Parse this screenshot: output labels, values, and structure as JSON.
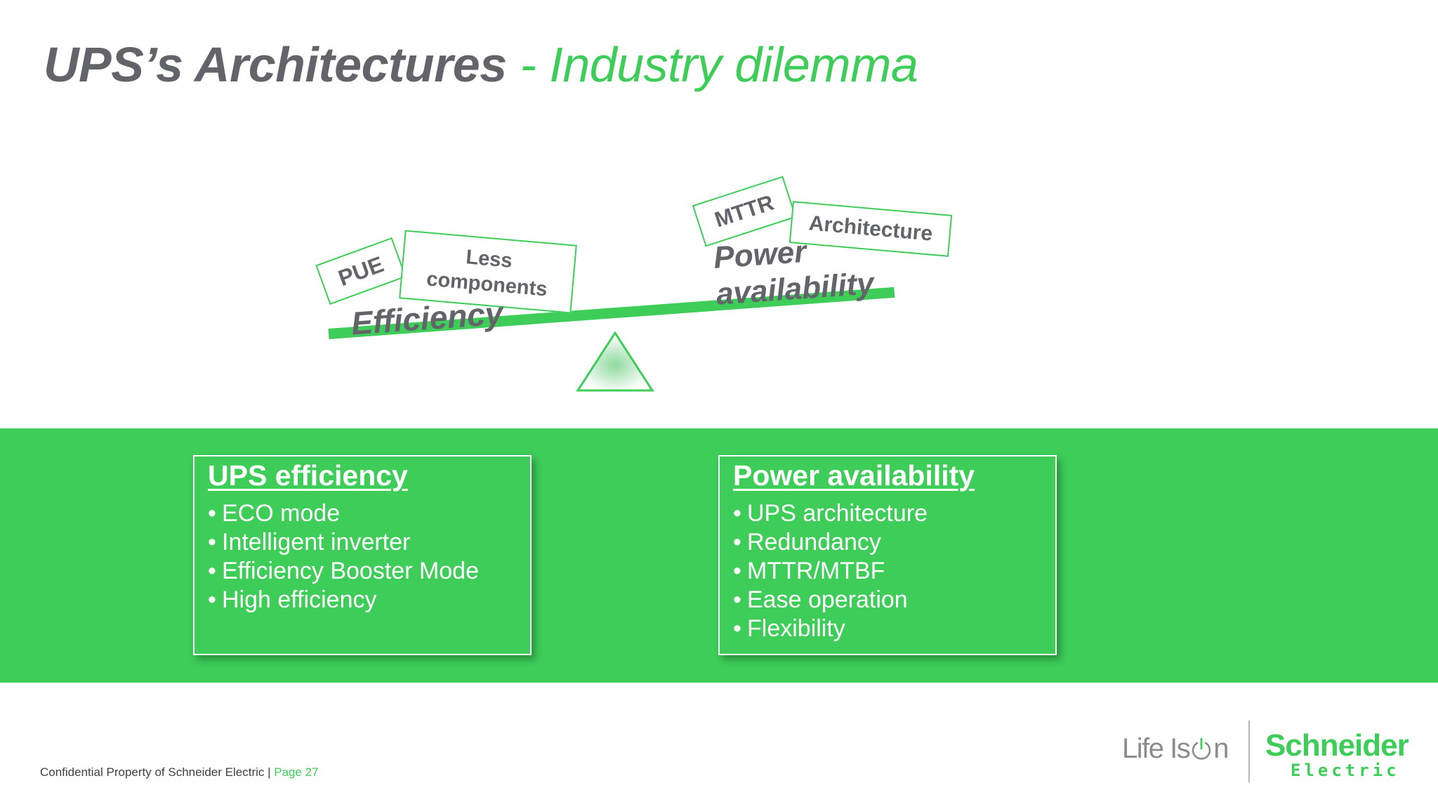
{
  "slide": {
    "title_main": "UPS’s Architectures",
    "title_separator": "-",
    "title_sub": "Industry dilemma"
  },
  "seesaw": {
    "left_label": "Efficiency",
    "right_label_line1": "Power",
    "right_label_line2": "availability",
    "left_tags": [
      "PUE",
      "Less components"
    ],
    "right_tags": [
      "MTTR",
      "Architecture"
    ]
  },
  "cards": {
    "left": {
      "title": "UPS efficiency",
      "items": [
        "ECO mode",
        "Intelligent inverter",
        "Efficiency Booster Mode",
        "High efficiency"
      ]
    },
    "right": {
      "title": "Power availability",
      "items": [
        "UPS architecture",
        "Redundancy",
        "MTTR/MTBF",
        "Ease operation",
        "Flexibility"
      ]
    }
  },
  "footer": {
    "confidential": "Confidential Property of Schneider Electric | ",
    "page_label": "Page 27",
    "tagline_before": "Life Is ",
    "tagline_after": "n",
    "logo_word1": "Schneider",
    "logo_word2": "Electric"
  },
  "colors": {
    "accent": "#3dcd58",
    "text_gray": "#626469"
  },
  "icons": [
    "power-symbol-icon"
  ]
}
